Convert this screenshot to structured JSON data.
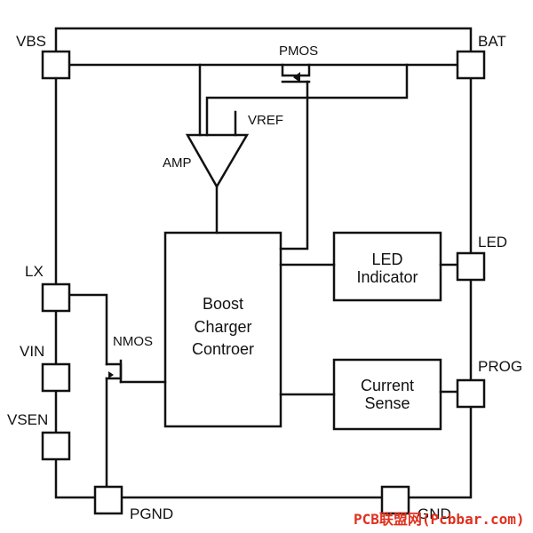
{
  "pins": {
    "vbs": "VBS",
    "bat": "BAT",
    "lx": "LX",
    "vin": "VIN",
    "vsen": "VSEN",
    "led": "LED",
    "prog": "PROG",
    "pgnd": "PGND",
    "gnd": "GND"
  },
  "blocks": {
    "controller": [
      "Boost",
      "Charger",
      "Controer"
    ],
    "led_indicator": [
      "LED",
      "Indicator"
    ],
    "current_sense": [
      "Current",
      "Sense"
    ]
  },
  "components": {
    "pmos": "PMOS",
    "nmos": "NMOS",
    "amp": "AMP",
    "vref": "VREF"
  },
  "watermark": "PCB联盟网(Pcbbar.com)",
  "colors": {
    "line": "#111111",
    "watermark": "#e0301e"
  }
}
